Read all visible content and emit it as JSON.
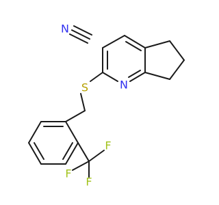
{
  "diagram": {
    "type": "chemical-structure",
    "colors": {
      "bond": "#1a1a1a",
      "carbon": "#1a1a1a",
      "nitrogen": "#3030f0",
      "sulfur": "#b5a000",
      "fluorine": "#a1c21b"
    },
    "atoms": {
      "nitrile_n": "N",
      "ring_n": "N",
      "sulfur": "S",
      "f1": "F",
      "f2": "F",
      "f3": "F"
    }
  }
}
